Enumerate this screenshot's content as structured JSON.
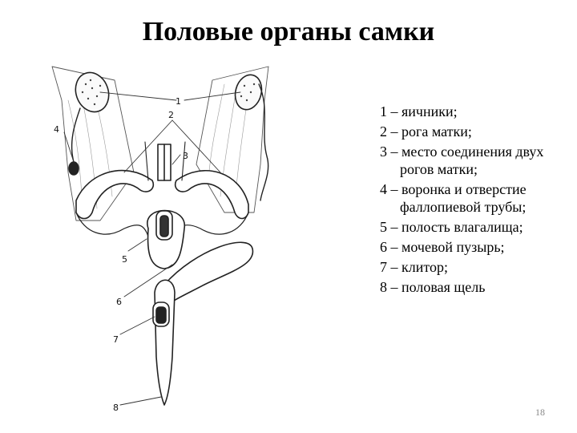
{
  "slide": {
    "title": "Половые органы самки",
    "page_number": "18"
  },
  "figure": {
    "labels": [
      "1",
      "2",
      "3",
      "4",
      "5",
      "6",
      "7",
      "8"
    ]
  },
  "legend": [
    "1 – яичники;",
    "2 – рога матки;",
    "3 – место соединения двух рогов матки;",
    "4 – воронка и отверстие фаллопиевой трубы;",
    "5 – полость влагалища;",
    "6 – мочевой пузырь;",
    "7 – клитор;",
    "8 – половая щель"
  ]
}
